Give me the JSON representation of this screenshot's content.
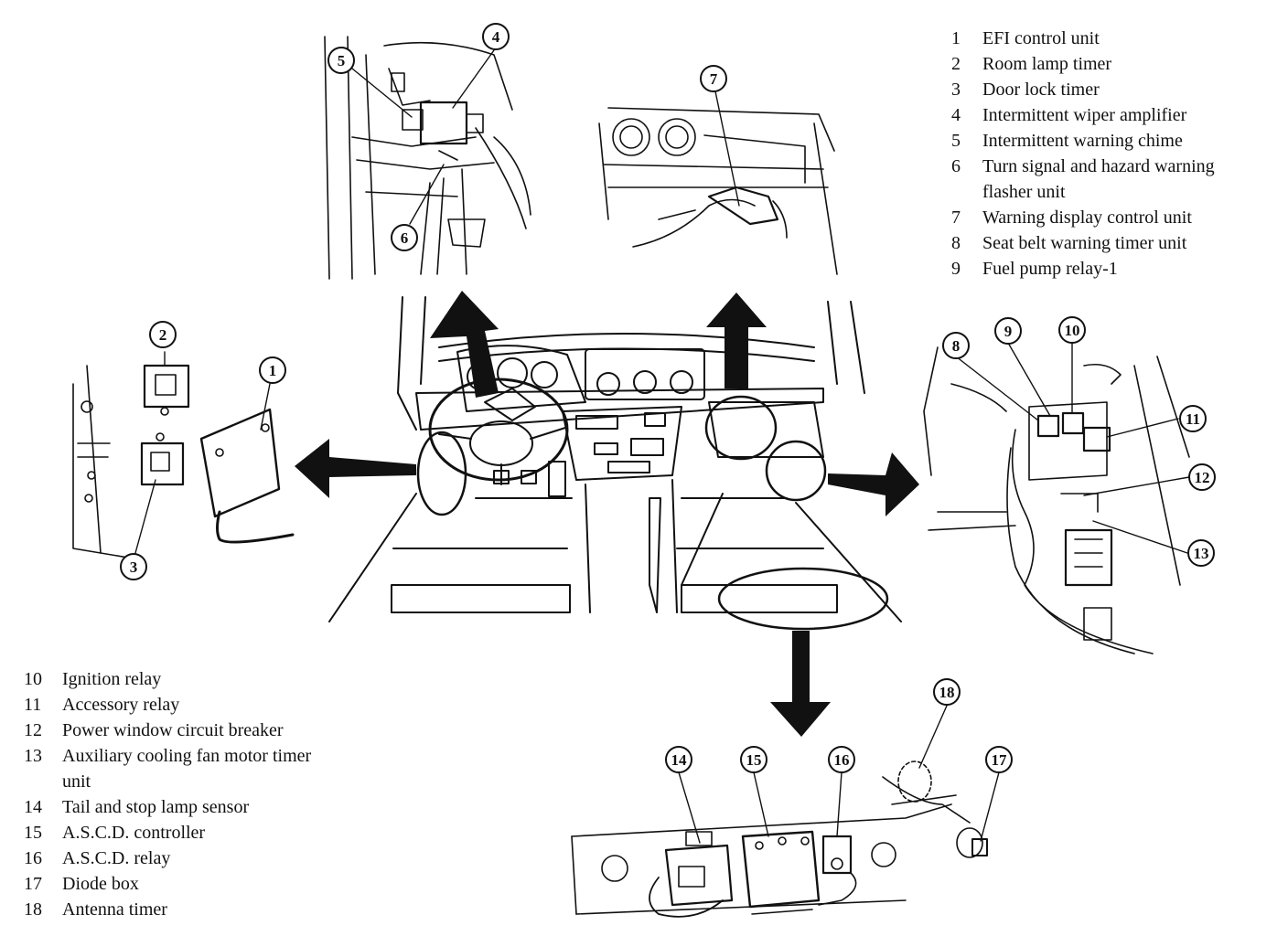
{
  "legend_top": [
    {
      "num": "1",
      "text": "EFI control unit"
    },
    {
      "num": "2",
      "text": "Room lamp timer"
    },
    {
      "num": "3",
      "text": "Door lock timer"
    },
    {
      "num": "4",
      "text": "Intermittent wiper amplifier"
    },
    {
      "num": "5",
      "text": "Intermittent warning chime"
    },
    {
      "num": "6",
      "text": "Turn signal and hazard warning",
      "cont": "flasher unit"
    },
    {
      "num": "7",
      "text": "Warning display control unit"
    },
    {
      "num": "8",
      "text": "Seat belt warning timer unit"
    },
    {
      "num": "9",
      "text": "Fuel pump relay-1"
    }
  ],
  "legend_bottom": [
    {
      "num": "10",
      "text": "Ignition relay"
    },
    {
      "num": "11",
      "text": "Accessory relay"
    },
    {
      "num": "12",
      "text": "Power window circuit breaker"
    },
    {
      "num": "13",
      "text": "Auxiliary cooling fan motor timer",
      "cont": "unit"
    },
    {
      "num": "14",
      "text": "Tail and stop lamp sensor"
    },
    {
      "num": "15",
      "text": "A.S.C.D. controller"
    },
    {
      "num": "16",
      "text": "A.S.C.D. relay"
    },
    {
      "num": "17",
      "text": "Diode box"
    },
    {
      "num": "18",
      "text": "Antenna timer"
    }
  ],
  "callouts": {
    "c1": "1",
    "c2": "2",
    "c3": "3",
    "c4": "4",
    "c5": "5",
    "c6": "6",
    "c7": "7",
    "c8": "8",
    "c9": "9",
    "c10": "10",
    "c11": "11",
    "c12": "12",
    "c13": "13",
    "c14": "14",
    "c15": "15",
    "c16": "16",
    "c17": "17",
    "c18": "18"
  }
}
